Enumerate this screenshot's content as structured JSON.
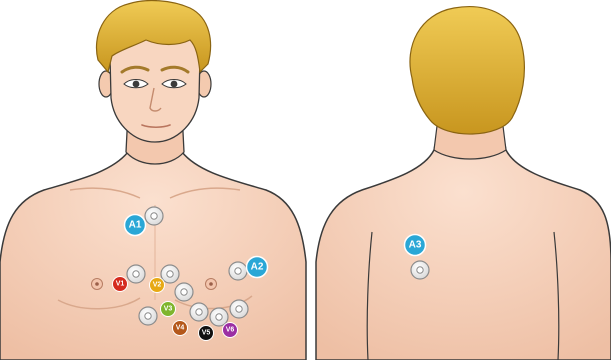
{
  "colors": {
    "skin": "#f6d3bd",
    "skin_shade": "#eab79c",
    "outline": "#3a3a3a",
    "hair": "#e3b840",
    "hair_dark": "#b88a1e",
    "electrode_body": "#f1f1f1",
    "electrode_rim": "#8c8c8c"
  },
  "figures": {
    "front": {
      "view": "front"
    },
    "back": {
      "view": "back"
    }
  },
  "electrodes": {
    "A1": {
      "label": "A1",
      "color": "#2aa7d6"
    },
    "A2": {
      "label": "A2",
      "color": "#2aa7d6"
    },
    "A3": {
      "label": "A3",
      "color": "#2aa7d6"
    },
    "V1": {
      "label": "V1",
      "color": "#d52b1e"
    },
    "V2": {
      "label": "V2",
      "color": "#e7a915"
    },
    "V3": {
      "label": "V3",
      "color": "#7fb52d"
    },
    "V4": {
      "label": "V4",
      "color": "#b4571a"
    },
    "V5": {
      "label": "V5",
      "color": "#111111"
    },
    "V6": {
      "label": "V6",
      "color": "#9b2fa3"
    }
  }
}
